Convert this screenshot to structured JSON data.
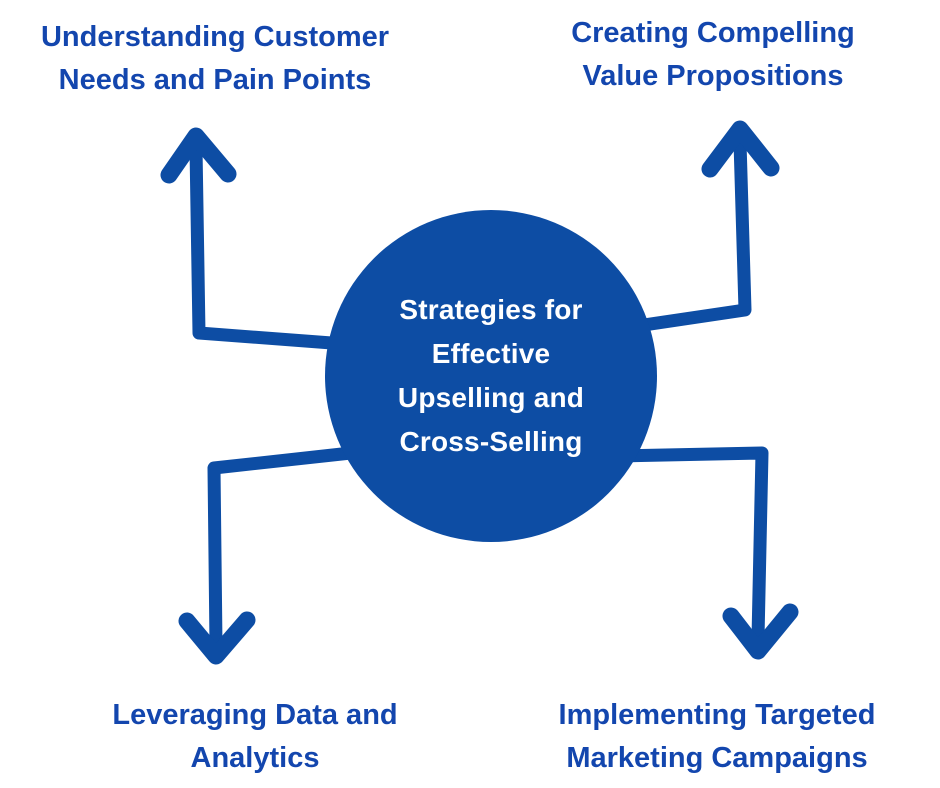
{
  "center": {
    "lines": [
      "Strategies for",
      "Effective",
      "Upselling and",
      "Cross-Selling"
    ]
  },
  "branches": [
    {
      "position": "top-left",
      "lines": [
        "Understanding Customer",
        "Needs and Pain Points"
      ]
    },
    {
      "position": "top-right",
      "lines": [
        "Creating Compelling",
        "Value Propositions"
      ]
    },
    {
      "position": "bottom-left",
      "lines": [
        "Leveraging Data and",
        "Analytics"
      ]
    },
    {
      "position": "bottom-right",
      "lines": [
        "Implementing Targeted",
        "Marketing Campaigns"
      ]
    }
  ],
  "colors": {
    "heading_text": "#1346ae",
    "shape_blue": "#0d4da4",
    "center_text": "#ffffff",
    "background": "#ffffff"
  }
}
